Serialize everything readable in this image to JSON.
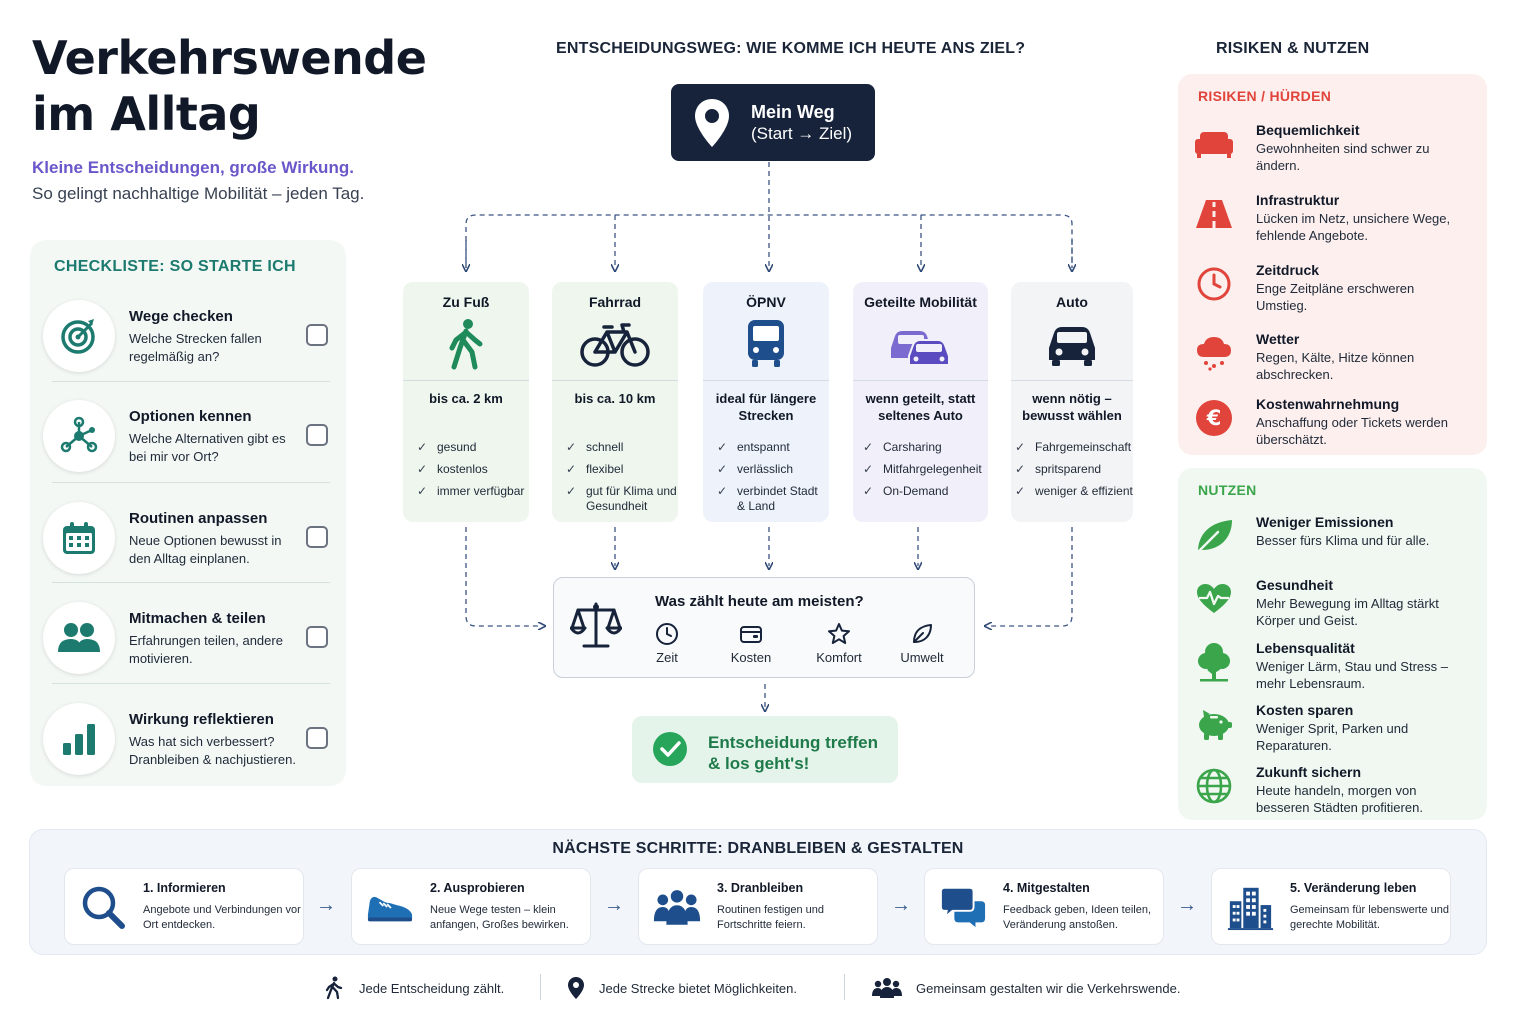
{
  "header": {
    "title_line1": "Verkehrswende",
    "title_line2": "im Alltag",
    "subtitle": "Kleine Entscheidungen, große Wirkung.",
    "tagline": "So gelingt nachhaltige Mobilität – jeden Tag."
  },
  "checklist": {
    "heading": "CHECKLISTE: SO STARTE ICH",
    "items": [
      {
        "title": "Wege checken",
        "desc": "Welche Strecken fallen regelmäßig an?",
        "icon": "target-icon"
      },
      {
        "title": "Optionen kennen",
        "desc": "Welche Alternativen gibt es bei mir vor Ort?",
        "icon": "network-icon"
      },
      {
        "title": "Routinen anpassen",
        "desc": "Neue Optionen bewusst in den Alltag einplanen.",
        "icon": "calendar-icon"
      },
      {
        "title": "Mitmachen & teilen",
        "desc": "Erfahrungen teilen, andere motivieren.",
        "icon": "people-icon"
      },
      {
        "title": "Wirkung reflektieren",
        "desc": "Was hat sich verbessert? Dranbleiben & nachjustieren.",
        "icon": "bar-chart-icon"
      }
    ]
  },
  "decision": {
    "heading": "ENTSCHEIDUNGSWEG: WIE KOMME ICH HEUTE ANS ZIEL?",
    "start_line1": "Mein Weg",
    "start_line2": "(Start → Ziel)",
    "modes": [
      {
        "name": "Zu Fuß",
        "distance": "bis ca. 2 km",
        "benefits": [
          "gesund",
          "kostenlos",
          "immer verfügbar"
        ],
        "icon": "walking-icon",
        "color": "#eef6ee"
      },
      {
        "name": "Fahrrad",
        "distance": "bis ca. 10 km",
        "benefits": [
          "schnell",
          "flexibel",
          "gut für Klima und Gesundheit"
        ],
        "icon": "bicycle-icon",
        "color": "#eef6ee"
      },
      {
        "name": "ÖPNV",
        "distance": "ideal für längere Strecken",
        "benefits": [
          "entspannt",
          "verlässlich",
          "verbindet Stadt & Land"
        ],
        "icon": "bus-icon",
        "color": "#edf2fb"
      },
      {
        "name": "Geteilte Mobilität",
        "distance": "wenn geteilt, statt seltenes Auto",
        "benefits": [
          "Carsharing",
          "Mitfahrgelegenheit",
          "On-Demand"
        ],
        "icon": "shared-cars-icon",
        "color": "#f1eff9"
      },
      {
        "name": "Auto",
        "distance": "wenn nötig – bewusst wählen",
        "benefits": [
          "Fahrgemeinschaft",
          "spritsparend",
          "weniger & effizient"
        ],
        "icon": "car-icon",
        "color": "#f3f4f6"
      }
    ],
    "weigh_title": "Was zählt heute am meisten?",
    "criteria": [
      {
        "label": "Zeit",
        "icon": "clock-icon"
      },
      {
        "label": "Kosten",
        "icon": "wallet-icon"
      },
      {
        "label": "Komfort",
        "icon": "star-icon"
      },
      {
        "label": "Umwelt",
        "icon": "leaf-icon"
      }
    ],
    "result_line1": "Entscheidung treffen",
    "result_line2": "& los geht's!"
  },
  "risks_benefits": {
    "heading": "RISIKEN & NUTZEN",
    "risks_heading": "RISIKEN / HÜRDEN",
    "risks": [
      {
        "title": "Bequemlichkeit",
        "desc": "Gewohnheiten sind schwer zu ändern.",
        "icon": "sofa-icon"
      },
      {
        "title": "Infrastruktur",
        "desc": "Lücken im Netz, unsichere Wege, fehlende Angebote.",
        "icon": "road-icon"
      },
      {
        "title": "Zeitdruck",
        "desc": "Enge Zeitpläne erschweren Umstieg.",
        "icon": "clock-icon"
      },
      {
        "title": "Wetter",
        "desc": "Regen, Kälte, Hitze können abschrecken.",
        "icon": "rain-cloud-icon"
      },
      {
        "title": "Kostenwahrnehmung",
        "desc": "Anschaffung oder Tickets werden überschätzt.",
        "icon": "euro-icon"
      }
    ],
    "benefits_heading": "NUTZEN",
    "benefits": [
      {
        "title": "Weniger Emissionen",
        "desc": "Besser fürs Klima und für alle.",
        "icon": "leaf-icon"
      },
      {
        "title": "Gesundheit",
        "desc": "Mehr Bewegung im Alltag stärkt Körper und Geist.",
        "icon": "heart-pulse-icon"
      },
      {
        "title": "Lebensqualität",
        "desc": "Weniger Lärm, Stau und Stress – mehr Lebensraum.",
        "icon": "tree-icon"
      },
      {
        "title": "Kosten sparen",
        "desc": "Weniger Sprit, Parken und Reparaturen.",
        "icon": "piggy-bank-icon"
      },
      {
        "title": "Zukunft sichern",
        "desc": "Heute handeln, morgen von besseren Städten profitieren.",
        "icon": "globe-icon"
      }
    ]
  },
  "next_steps": {
    "heading": "NÄCHSTE SCHRITTE: DRANBLEIBEN & GESTALTEN",
    "steps": [
      {
        "title": "1. Informieren",
        "desc": "Angebote und Verbindungen vor Ort entdecken.",
        "icon": "search-icon"
      },
      {
        "title": "2. Ausprobieren",
        "desc": "Neue Wege testen – klein anfangen, Großes bewirken.",
        "icon": "sneaker-icon"
      },
      {
        "title": "3. Dranbleiben",
        "desc": "Routinen festigen und Fortschritte feiern.",
        "icon": "group-icon"
      },
      {
        "title": "4. Mitgestalten",
        "desc": "Feedback geben, Ideen teilen, Veränderung anstoßen.",
        "icon": "chat-icon"
      },
      {
        "title": "5. Veränderung leben",
        "desc": "Gemeinsam für lebenswerte und gerechte Mobilität.",
        "icon": "city-icon"
      }
    ]
  },
  "footer": [
    {
      "text": "Jede Entscheidung zählt.",
      "icon": "walking-icon"
    },
    {
      "text": "Jede Strecke bietet Möglichkeiten.",
      "icon": "location-pin-icon"
    },
    {
      "text": "Gemeinsam gestalten wir die Verkehrswende.",
      "icon": "people-icon"
    }
  ],
  "colors": {
    "navy": "#17233a",
    "teal": "#1c7a6e",
    "purple_accent": "#6b57c9",
    "risk_red": "#e0443a",
    "benefit_green": "#3aa54a",
    "step_blue": "#1f4e8c"
  }
}
